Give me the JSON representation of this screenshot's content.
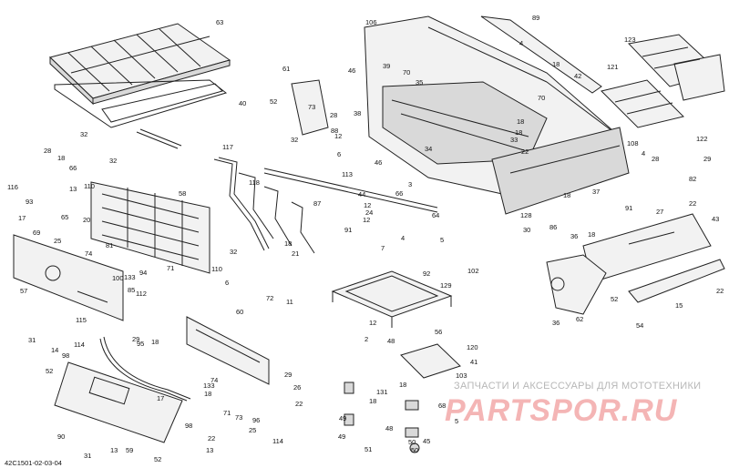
{
  "drawing_code": "42C1501-02-03-04",
  "watermark": {
    "caption": "ЗАПЧАСТИ И АКСЕССУАРЫ ДЛЯ МОТОТЕХНИКИ",
    "site": "PARTSPOR.RU"
  },
  "callouts": [
    "63",
    "40",
    "32",
    "28",
    "66",
    "18",
    "116",
    "93",
    "13",
    "110",
    "58",
    "32",
    "65",
    "17",
    "20",
    "69",
    "25",
    "74",
    "81",
    "57",
    "100",
    "133",
    "94",
    "112",
    "60",
    "85",
    "115",
    "114",
    "52",
    "31",
    "14",
    "98",
    "90",
    "31",
    "13",
    "59",
    "17",
    "29",
    "18",
    "95",
    "71",
    "72",
    "11",
    "32",
    "110",
    "117",
    "118",
    "87",
    "113",
    "44",
    "12",
    "24",
    "12",
    "21",
    "18",
    "6",
    "3",
    "66",
    "91",
    "7",
    "64",
    "4",
    "5",
    "92",
    "102",
    "129",
    "12",
    "56",
    "120",
    "41",
    "103",
    "131",
    "2",
    "48",
    "18",
    "18",
    "49",
    "49",
    "50",
    "51",
    "50",
    "52",
    "98",
    "22",
    "13",
    "106",
    "89",
    "4",
    "18",
    "123",
    "121",
    "42",
    "61",
    "73",
    "46",
    "39",
    "70",
    "35",
    "52",
    "32",
    "88",
    "28",
    "38",
    "70",
    "18",
    "18",
    "33",
    "22",
    "108",
    "122",
    "46",
    "6",
    "12",
    "34",
    "4",
    "28",
    "29",
    "82",
    "18",
    "37",
    "43",
    "128",
    "86",
    "30",
    "18",
    "91",
    "27",
    "22",
    "22",
    "36",
    "62",
    "52",
    "15",
    "54",
    "36",
    "133",
    "74",
    "71",
    "73",
    "18",
    "96",
    "114",
    "26",
    "22",
    "29",
    "48",
    "25",
    "68",
    "5",
    "45"
  ],
  "legend_labels": {
    "deck_panel": "63",
    "deck_seal": "40",
    "tailgate_net": "58",
    "tailgate_cover": "57",
    "cargo_box": "106",
    "bed_rail": "89",
    "side_panel": "128",
    "mud_guard": "62",
    "rear_rail": "54",
    "rack_frame": "129",
    "bracket_plate": "120",
    "inner_panel": "59",
    "seal_strip": "115",
    "light_housing": "61",
    "side_liner": "108",
    "mat_front": "121",
    "mat_rear": "123",
    "mat_side": "122",
    "door_cover": "60"
  }
}
